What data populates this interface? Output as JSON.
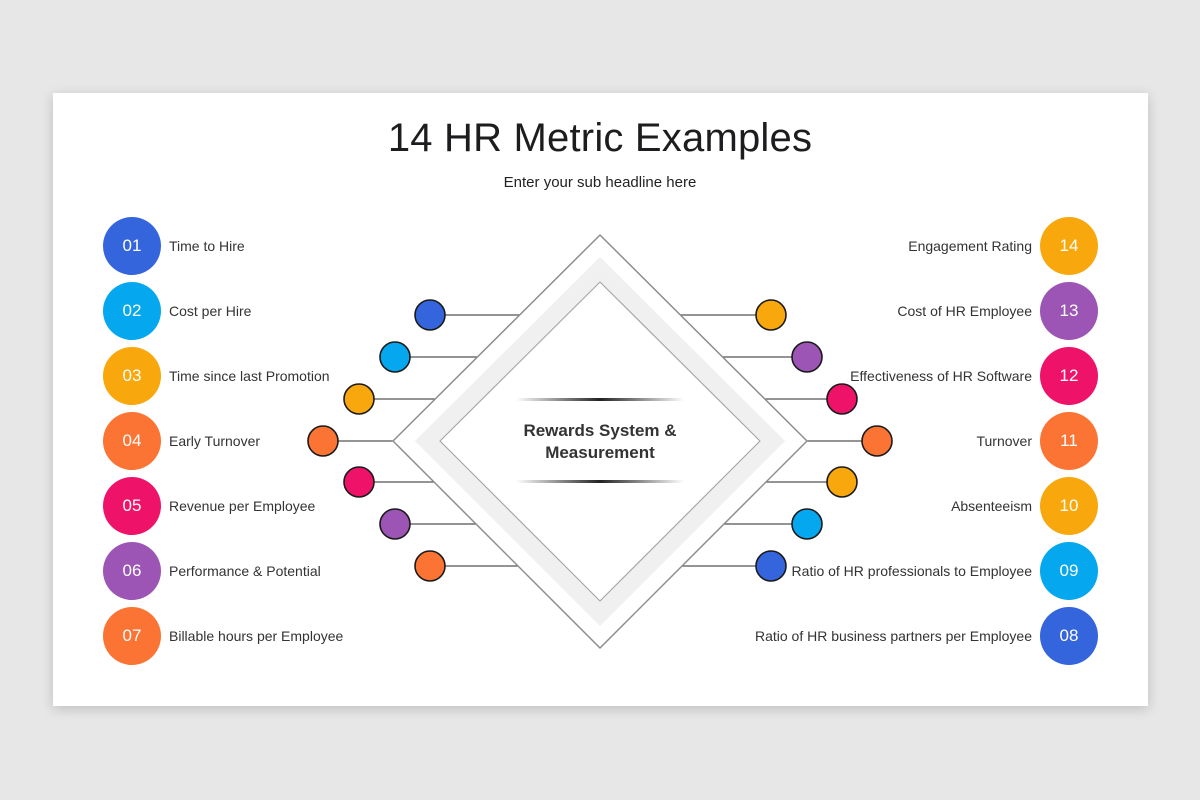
{
  "title": "14 HR Metric Examples",
  "subtitle": "Enter your sub headline here",
  "center_title": "Rewards System & Measurement",
  "colors": {
    "blue": "#3565dd",
    "cyan": "#05a8ef",
    "amber": "#f8a70c",
    "orange": "#fb7434",
    "pink": "#ee1368",
    "purple": "#9c55b4"
  },
  "left_items": [
    {
      "num": "01",
      "label": "Time to Hire",
      "color": "blue"
    },
    {
      "num": "02",
      "label": "Cost per Hire",
      "color": "cyan"
    },
    {
      "num": "03",
      "label": "Time since last Promotion",
      "color": "amber"
    },
    {
      "num": "04",
      "label": "Early Turnover",
      "color": "orange"
    },
    {
      "num": "05",
      "label": "Revenue  per Employee",
      "color": "pink"
    },
    {
      "num": "06",
      "label": "Performance  & Potential",
      "color": "purple"
    },
    {
      "num": "07",
      "label": "Billable hours per Employee",
      "color": "orange"
    }
  ],
  "right_items": [
    {
      "num": "14",
      "label": "Engagement Rating",
      "color": "amber"
    },
    {
      "num": "13",
      "label": "Cost of HR Employee",
      "color": "purple"
    },
    {
      "num": "12",
      "label": "Effectiveness of HR Software",
      "color": "pink"
    },
    {
      "num": "11",
      "label": "Turnover",
      "color": "orange"
    },
    {
      "num": "10",
      "label": "Absenteeism",
      "color": "amber"
    },
    {
      "num": "09",
      "label": "Ratio of HR professionals  to Employee",
      "color": "cyan"
    },
    {
      "num": "08",
      "label": "Ratio of HR business partners per Employee",
      "color": "blue"
    }
  ],
  "left_connector_colors": [
    "blue",
    "cyan",
    "amber",
    "orange",
    "pink",
    "purple",
    "orange"
  ],
  "right_connector_colors": [
    "amber",
    "purple",
    "pink",
    "orange",
    "amber",
    "cyan",
    "blue"
  ]
}
